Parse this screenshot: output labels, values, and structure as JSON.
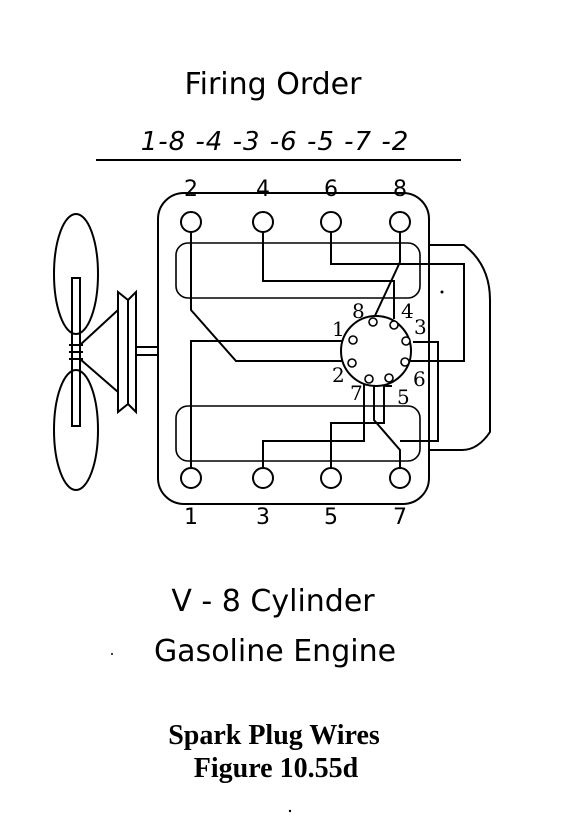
{
  "header": {
    "title": "Firing Order",
    "sequence": "1-8 -4 -3 -6 -5 -7 -2"
  },
  "cylinders": {
    "top_row": [
      "2",
      "4",
      "6",
      "8"
    ],
    "bottom_row": [
      "1",
      "3",
      "5",
      "7"
    ]
  },
  "distributor": {
    "terminals": [
      "8",
      "4",
      "3",
      "6",
      "5",
      "7",
      "2",
      "1"
    ]
  },
  "engine_description": {
    "line1": "V - 8 Cylinder",
    "line2": "Gasoline Engine"
  },
  "caption": {
    "line1": "Spark Plug Wires",
    "line2": "Figure 10.55d"
  },
  "colors": {
    "ink": "#000000",
    "paper": "#ffffff"
  }
}
